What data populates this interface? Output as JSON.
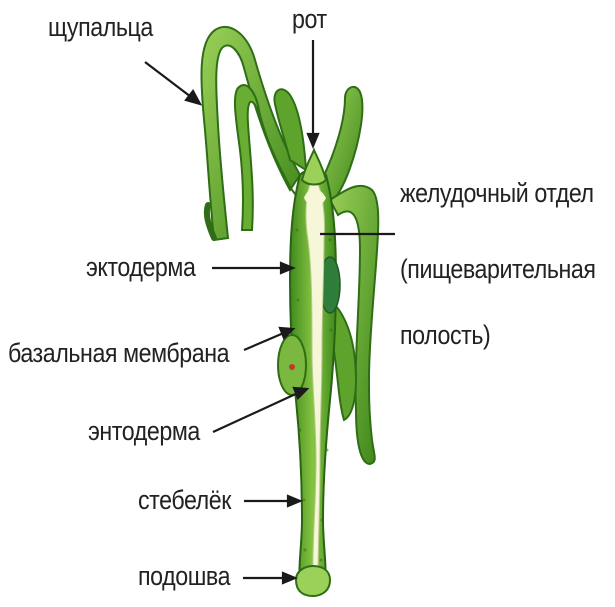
{
  "labels": {
    "tentacles": "щупальца",
    "mouth": "рот",
    "stomach_line1": "желудочный отдел",
    "stomach_line2": "(пищеварительная",
    "stomach_line3": "полость)",
    "ectoderm": "эктодерма",
    "basal_membrane": "базальная мембрана",
    "endoderm": "энтодерма",
    "stalk": "стебелёк",
    "sole": "подошва"
  },
  "colors": {
    "body_outer": "#7db83a",
    "body_mid": "#4e9a23",
    "body_dark": "#2f6e16",
    "cavity": "#f6f7d9",
    "arrow": "#1a1a1a",
    "text": "#222222"
  }
}
